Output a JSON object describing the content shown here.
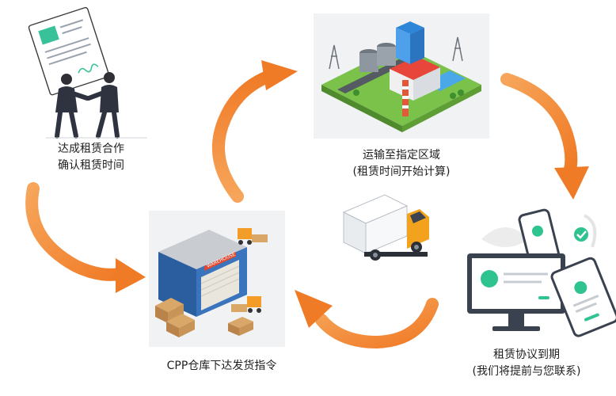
{
  "steps": {
    "step1": {
      "line1": "达成租赁合作",
      "line2": "确认租赁时间"
    },
    "step2": {
      "line1": "运输至指定区域",
      "line2": "(租赁时间开始计算)"
    },
    "step3": {
      "line1": "租赁协议到期",
      "line2": "(我们将提前与您联系)"
    },
    "step4": {
      "line1": "CPP仓库下达发货指令"
    }
  },
  "labels": {
    "warehouse_sign": "WAREHOUSE"
  },
  "colors": {
    "arrow": "#f07b27",
    "arrow_light": "#f6a55a",
    "ui_green": "#2ec38f",
    "panel_gray": "#f1f2f4",
    "dark_slate": "#39424e"
  }
}
